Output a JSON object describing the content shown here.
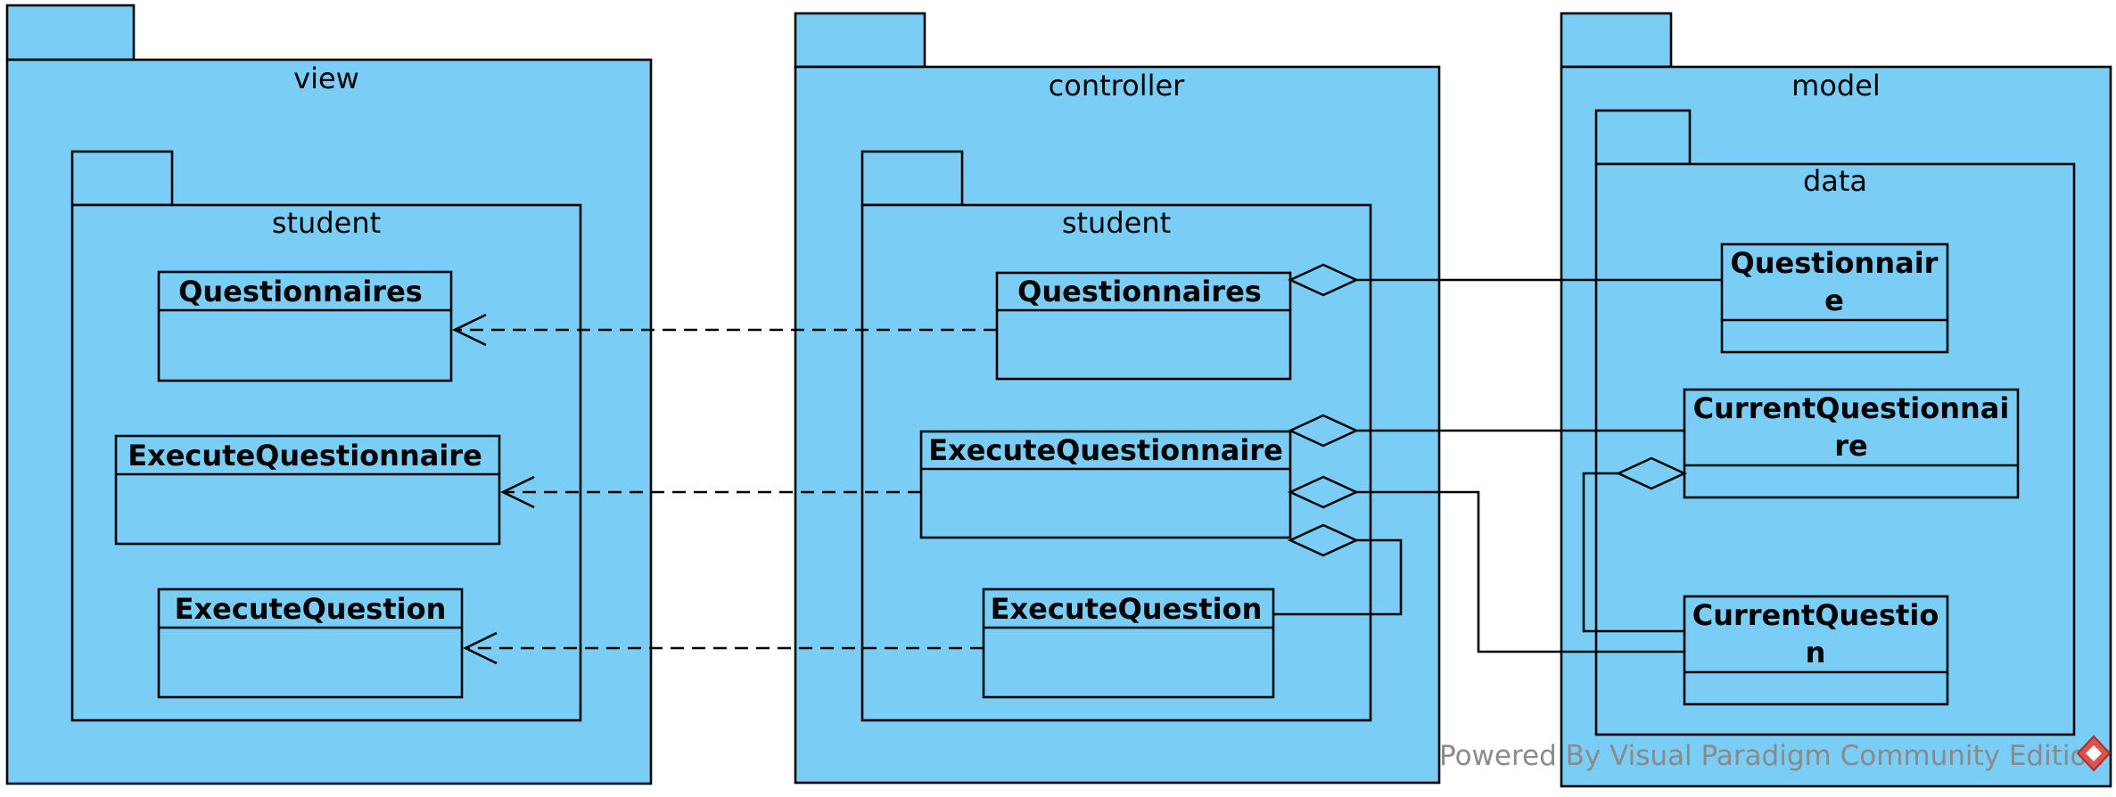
{
  "packages": {
    "view": "view",
    "view_student": "student",
    "controller": "controller",
    "controller_student": "student",
    "model": "model",
    "model_data": "data"
  },
  "view_classes": {
    "questionnaires": "Questionnaires",
    "execute_questionnaire": "ExecuteQuestionnaire",
    "execute_question": "ExecuteQuestion"
  },
  "controller_classes": {
    "questionnaires": "Questionnaires",
    "execute_questionnaire": "ExecuteQuestionnaire",
    "execute_question": "ExecuteQuestion"
  },
  "model_classes": {
    "questionnaire_l1": "Questionnair",
    "questionnaire_l2": "e",
    "current_questionnaire_l1": "CurrentQuestionnai",
    "current_questionnaire_l2": "re",
    "current_question_l1": "CurrentQuestio",
    "current_question_l2": "n"
  },
  "watermark": "Powered By Visual Paradigm Community Edition",
  "colors": {
    "fill": "#7acdf4",
    "line": "#000000",
    "watermark": "#8a8a8a"
  }
}
